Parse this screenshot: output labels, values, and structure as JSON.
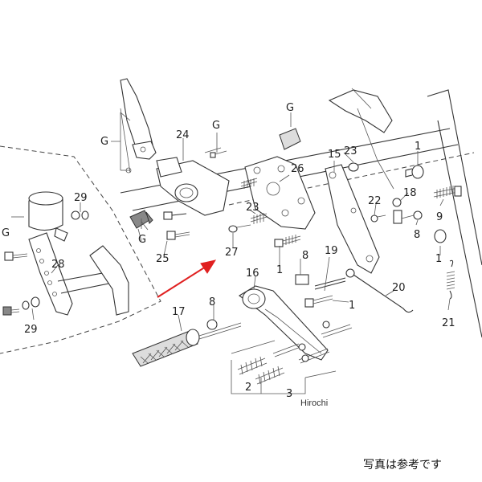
{
  "labels": {
    "g": "G",
    "p1": "1",
    "p2": "2",
    "p3": "3",
    "p8": "8",
    "p9": "9",
    "p15": "15",
    "p16": "16",
    "p17": "17",
    "p18": "18",
    "p19": "19",
    "p20": "20",
    "p21": "21",
    "p22": "22",
    "p23": "23",
    "p24": "24",
    "p25": "25",
    "p26": "26",
    "p27": "27",
    "p28": "28",
    "p29": "29"
  },
  "watermark": "Hirochi",
  "caption": "写真は参考です",
  "colors": {
    "arrow": "#e02020",
    "line": "#333333"
  }
}
